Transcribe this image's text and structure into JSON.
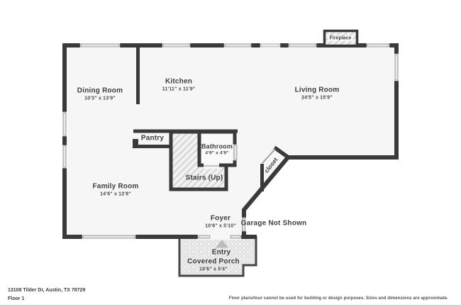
{
  "address": "13108 Tilder Dr, Austin, TX 78729",
  "floor_label": "Floor 1",
  "disclaimer": "Floor plans/tour cannot be used for building or design purposes. Sizes and dimensions are approximate.",
  "rooms": {
    "dining_room": {
      "name": "Dining Room",
      "dimensions": "10'3\" x 13'9\""
    },
    "kitchen": {
      "name": "Kitchen",
      "dimensions": "11'11\" x 11'9\""
    },
    "living_room": {
      "name": "Living Room",
      "dimensions": "24'5\" x 15'9\""
    },
    "family_room": {
      "name": "Family Room",
      "dimensions": "14'6\" x 12'8\""
    },
    "bathroom": {
      "name": "Bathroom",
      "dimensions": "4'9\" x 4'9\""
    },
    "stairs": {
      "name": "Stairs (Up)"
    },
    "pantry": {
      "name": "Pantry"
    },
    "closet": {
      "name": "closet"
    },
    "foyer": {
      "name": "Foyer",
      "dimensions": "10'6\" x 5'10\""
    },
    "entry": {
      "name": "Entry"
    },
    "covered_porch": {
      "name": "Covered Porch",
      "dimensions": "10'6\" x 5'4\""
    },
    "fireplace": {
      "name": "Fireplace"
    },
    "garage_note": "Garage Not Shown"
  },
  "colors": {
    "wall": "#3a3a3a",
    "room_fill": "#f6f6f6",
    "window_fill": "#e7e7e7",
    "hatch_line": "#d4d4d4",
    "entry_arrow": "#bcbcbc",
    "footer_bar": "#d4d4d4"
  }
}
